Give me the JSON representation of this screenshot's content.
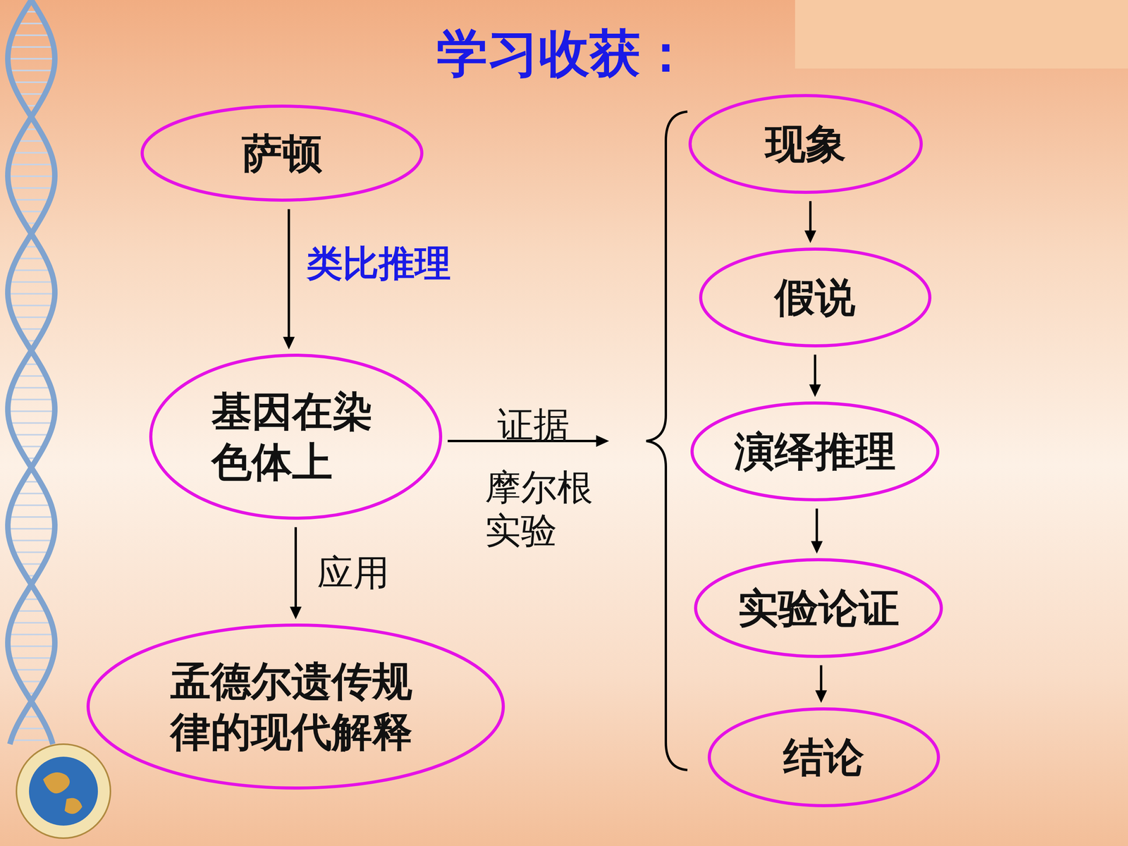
{
  "diagram": {
    "title": "学习收获：",
    "nodes": [
      {
        "text": [
          "萨顿"
        ]
      },
      {
        "text": [
          "基因在染色体上"
        ]
      },
      {
        "text": [
          "孟德尔遗传规律的现代解释"
        ]
      },
      {
        "text": [
          "现象"
        ]
      },
      {
        "text": [
          "假说"
        ]
      },
      {
        "text": [
          "演绎推理"
        ]
      },
      {
        "text": [
          "实验论证"
        ]
      },
      {
        "text": [
          "结论"
        ]
      }
    ],
    "edges": [
      {
        "from": 0,
        "to": 1,
        "arrow": "to",
        "label": "类比推理"
      },
      {
        "from": 1,
        "to": 2,
        "arrow": "to",
        "label": "应用"
      },
      {
        "from": 3,
        "to": 4,
        "arrow": "to"
      },
      {
        "from": 4,
        "to": 5,
        "arrow": "to"
      },
      {
        "from": 5,
        "to": 6,
        "arrow": "to"
      },
      {
        "from": 6,
        "to": 7,
        "arrow": "to"
      }
    ],
    "labels": [
      "证据",
      "摩尔根实验"
    ]
  }
}
